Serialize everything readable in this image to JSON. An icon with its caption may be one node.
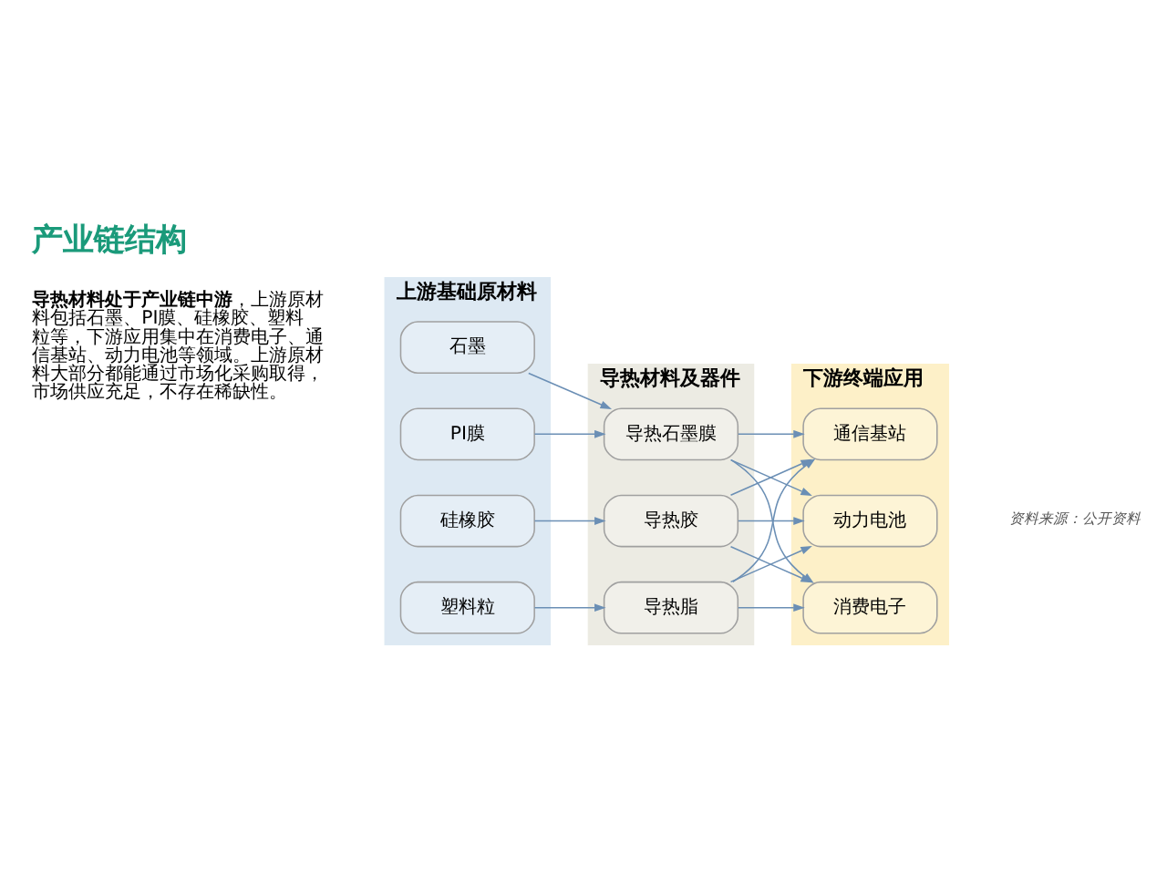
{
  "diagram": {
    "title": "产业链结构",
    "nodes": [
      {
        "text": [
          "上游基础原材料"
        ]
      },
      {
        "text": [
          "石墨"
        ],
        "in": 0
      },
      {
        "text": [
          "PI膜"
        ],
        "in": 0
      },
      {
        "text": [
          "硅橡胶"
        ],
        "in": 0
      },
      {
        "text": [
          "塑料粒"
        ],
        "in": 0
      },
      {
        "text": [
          "导热材料及器件"
        ]
      },
      {
        "text": [
          "导热石墨膜"
        ],
        "in": 5
      },
      {
        "text": [
          "导热胶"
        ],
        "in": 5
      },
      {
        "text": [
          "导热脂"
        ],
        "in": 5
      },
      {
        "text": [
          "下游终端应用"
        ]
      },
      {
        "text": [
          "消费电子"
        ],
        "in": 9
      },
      {
        "text": [
          "通信基站"
        ],
        "in": 9
      },
      {
        "text": [
          "动力电池"
        ],
        "in": 9
      }
    ],
    "edges": [
      {
        "from": 1,
        "to": 6,
        "arrow": "to"
      },
      {
        "from": 2,
        "to": 6,
        "arrow": "to"
      },
      {
        "from": 3,
        "to": 7,
        "arrow": "to"
      },
      {
        "from": 4,
        "to": 8,
        "arrow": "to"
      },
      {
        "from": 6,
        "to": 10,
        "arrow": "to"
      },
      {
        "from": 6,
        "to": 11,
        "arrow": "to"
      },
      {
        "from": 6,
        "to": 12,
        "arrow": "to"
      },
      {
        "from": 7,
        "to": 10,
        "arrow": "to"
      },
      {
        "from": 7,
        "to": 11,
        "arrow": "to"
      },
      {
        "from": 7,
        "to": 12,
        "arrow": "to"
      },
      {
        "from": 8,
        "to": 10,
        "arrow": "to"
      },
      {
        "from": 8,
        "to": 11,
        "arrow": "to"
      },
      {
        "from": 8,
        "to": 12,
        "arrow": "to"
      }
    ],
    "labels": [
      "**导热材料处于产业链中游**，上游原材料包括石墨、PI膜、硅橡胶、塑料粒等，下游应用集中在消费电子、通信基站、动力电池等领域。上游原材料大部分都能通过市场化采购取得，市场供应充足，不存在稀缺性。",
      "资料来源：公开资料"
    ]
  }
}
